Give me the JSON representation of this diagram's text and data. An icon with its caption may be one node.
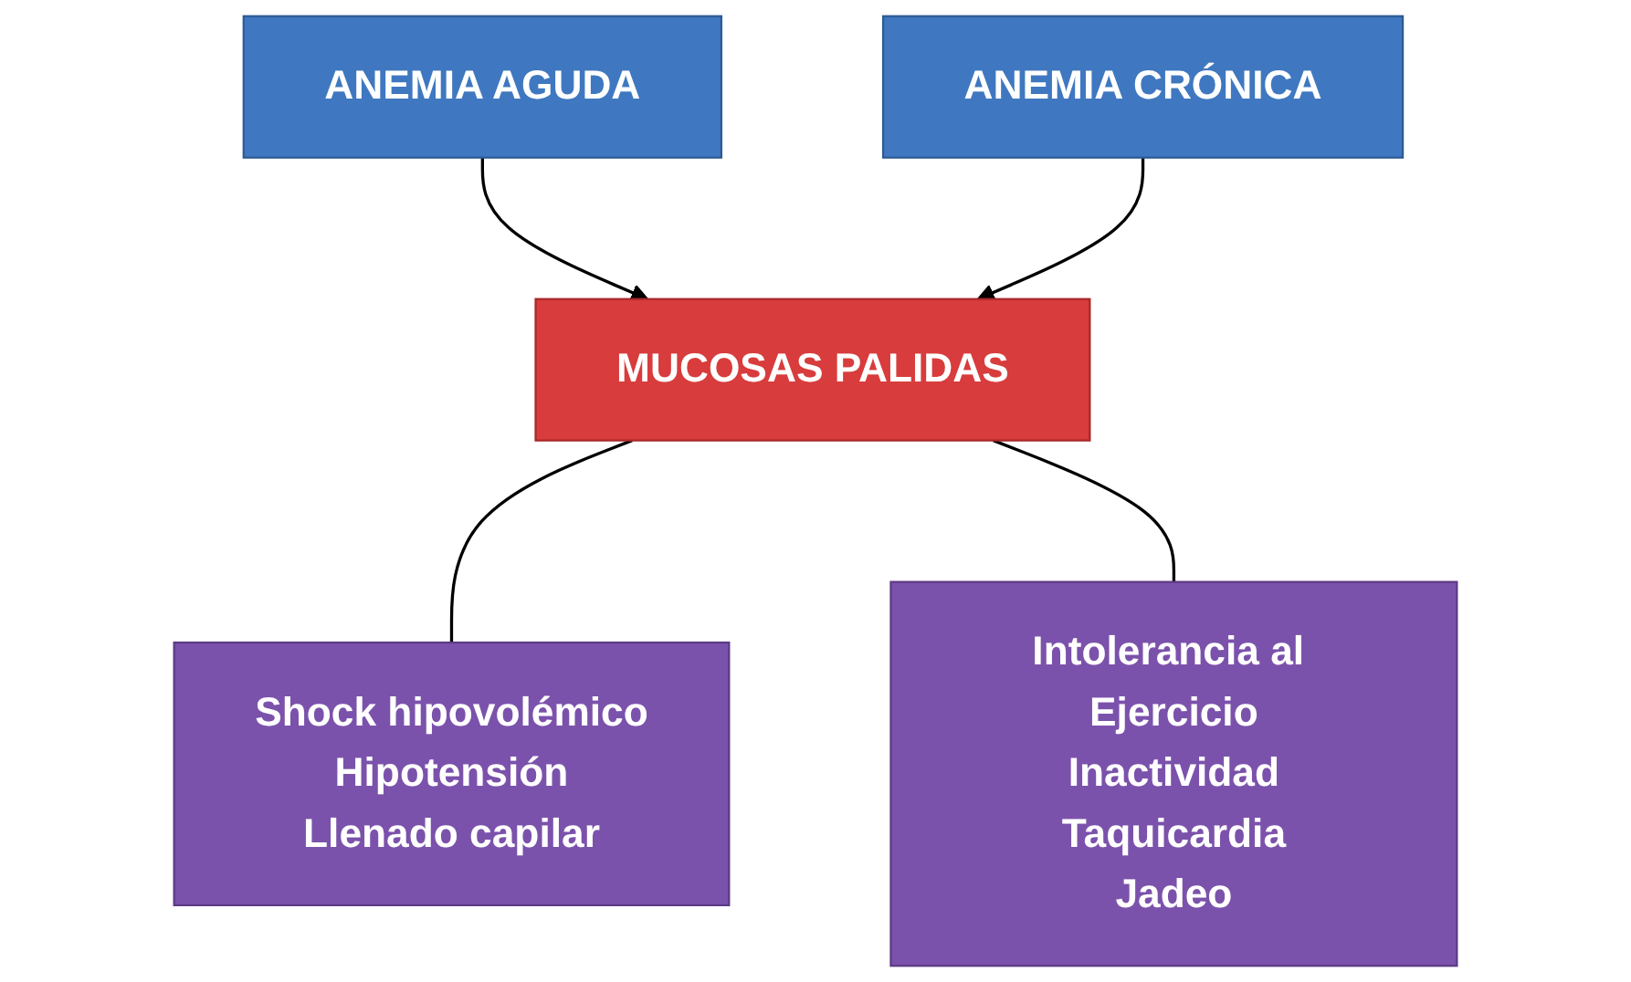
{
  "diagram": {
    "nodes": [
      {
        "text": [
          "ANEMIA AGUDA"
        ]
      },
      {
        "text": [
          "ANEMIA CRÓNICA"
        ]
      },
      {
        "text": [
          "MUCOSAS PALIDAS"
        ]
      },
      {
        "text": [
          "Shock hipovolémico",
          "Hipotensión",
          "Llenado capilar"
        ]
      },
      {
        "text": [
          "Intolerancia al Ejercicio",
          "Inactividad",
          "Taquicardia",
          "Jadeo"
        ]
      }
    ],
    "edges": [
      {
        "from": 0,
        "to": 2,
        "arrow": "to"
      },
      {
        "from": 1,
        "to": 2,
        "arrow": "to"
      },
      {
        "from": 2,
        "to": 3,
        "arrow": "none"
      },
      {
        "from": 2,
        "to": 4,
        "arrow": "none"
      }
    ]
  }
}
